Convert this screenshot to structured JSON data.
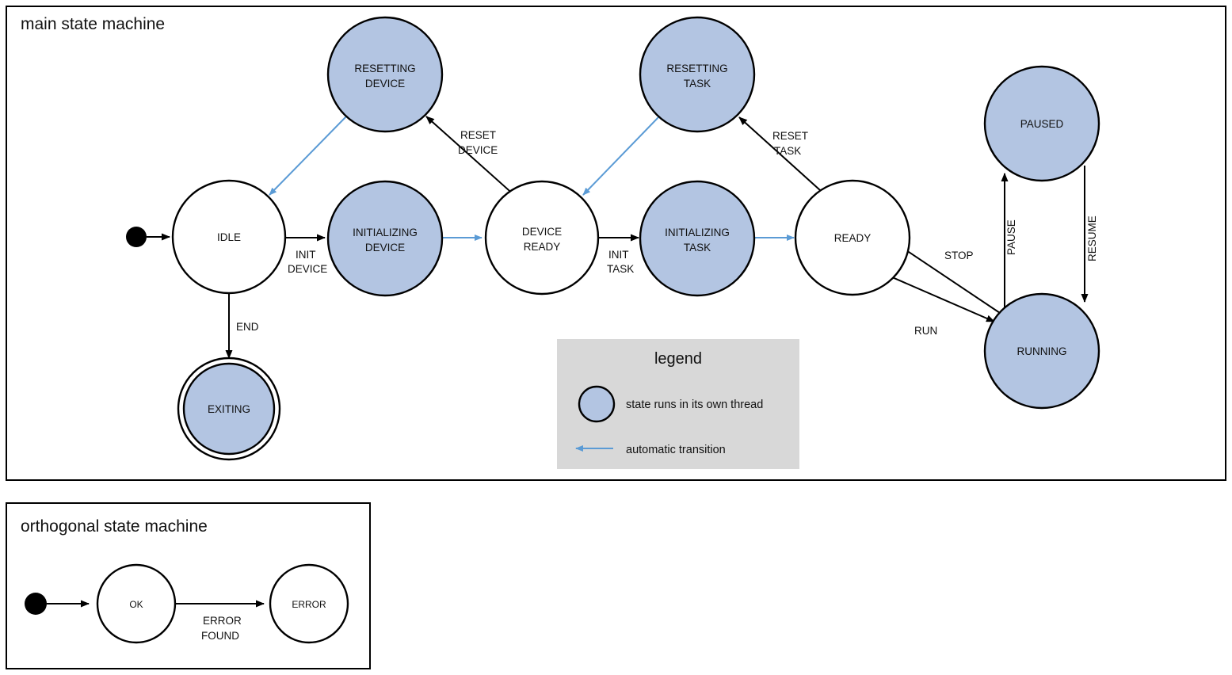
{
  "diagram": {
    "kind": "state-machine",
    "main_frame": {
      "title": "main state machine"
    },
    "orthogonal_frame": {
      "title": "orthogonal state machine"
    },
    "colors": {
      "thread_state_fill": "#b3c5e2",
      "state_stroke": "#000000",
      "auto_transition": "#5b9bd5",
      "legend_background": "#d8d8d8",
      "page_background": "#ffffff"
    },
    "main_states": [
      {
        "id": "idle",
        "label_line1": "IDLE",
        "label_line2": "",
        "thread": false,
        "final": false
      },
      {
        "id": "resetting-device",
        "label_line1": "RESETTING",
        "label_line2": "DEVICE",
        "thread": true,
        "final": false
      },
      {
        "id": "initializing-device",
        "label_line1": "INITIALIZING",
        "label_line2": "DEVICE",
        "thread": true,
        "final": false
      },
      {
        "id": "device-ready",
        "label_line1": "DEVICE",
        "label_line2": "READY",
        "thread": false,
        "final": false
      },
      {
        "id": "resetting-task",
        "label_line1": "RESETTING",
        "label_line2": "TASK",
        "thread": true,
        "final": false
      },
      {
        "id": "initializing-task",
        "label_line1": "INITIALIZING",
        "label_line2": "TASK",
        "thread": true,
        "final": false
      },
      {
        "id": "ready",
        "label_line1": "READY",
        "label_line2": "",
        "thread": false,
        "final": false
      },
      {
        "id": "paused",
        "label_line1": "PAUSED",
        "label_line2": "",
        "thread": true,
        "final": false
      },
      {
        "id": "running",
        "label_line1": "RUNNING",
        "label_line2": "",
        "thread": true,
        "final": false
      },
      {
        "id": "exiting",
        "label_line1": "EXITING",
        "label_line2": "",
        "thread": true,
        "final": true
      }
    ],
    "main_transitions": [
      {
        "id": "start-idle",
        "from": "start",
        "to": "idle",
        "label_line1": "",
        "label_line2": "",
        "auto": false
      },
      {
        "id": "idle-initdevice",
        "from": "idle",
        "to": "initializing-device",
        "label_line1": "INIT",
        "label_line2": "DEVICE",
        "auto": false
      },
      {
        "id": "idle-exiting",
        "from": "idle",
        "to": "exiting",
        "label_line1": "END",
        "label_line2": "",
        "auto": false
      },
      {
        "id": "initdev-devready",
        "from": "initializing-device",
        "to": "device-ready",
        "label_line1": "",
        "label_line2": "",
        "auto": true
      },
      {
        "id": "devready-resetdev",
        "from": "device-ready",
        "to": "resetting-device",
        "label_line1": "RESET",
        "label_line2": "DEVICE",
        "auto": false
      },
      {
        "id": "resetdev-idle",
        "from": "resetting-device",
        "to": "idle",
        "label_line1": "",
        "label_line2": "",
        "auto": true
      },
      {
        "id": "devready-inittask",
        "from": "device-ready",
        "to": "initializing-task",
        "label_line1": "INIT",
        "label_line2": "TASK",
        "auto": false
      },
      {
        "id": "inittask-ready",
        "from": "initializing-task",
        "to": "ready",
        "label_line1": "",
        "label_line2": "",
        "auto": true
      },
      {
        "id": "ready-resettask",
        "from": "ready",
        "to": "resetting-task",
        "label_line1": "RESET",
        "label_line2": "TASK",
        "auto": false
      },
      {
        "id": "resettask-devready",
        "from": "resetting-task",
        "to": "device-ready",
        "label_line1": "",
        "label_line2": "",
        "auto": true
      },
      {
        "id": "ready-running",
        "from": "ready",
        "to": "running",
        "label_line1": "RUN",
        "label_line2": "",
        "auto": false
      },
      {
        "id": "running-ready",
        "from": "running",
        "to": "ready",
        "label_line1": "STOP",
        "label_line2": "",
        "auto": false
      },
      {
        "id": "running-paused",
        "from": "running",
        "to": "paused",
        "label_line1": "PAUSE",
        "label_line2": "",
        "auto": false
      },
      {
        "id": "paused-running",
        "from": "paused",
        "to": "running",
        "label_line1": "RESUME",
        "label_line2": "",
        "auto": false
      }
    ],
    "orthogonal_states": [
      {
        "id": "ok",
        "label_line1": "OK",
        "thread": false
      },
      {
        "id": "error",
        "label_line1": "ERROR",
        "thread": false
      }
    ],
    "orthogonal_transitions": [
      {
        "id": "start-ok",
        "from": "start",
        "to": "ok",
        "label_line1": "",
        "label_line2": ""
      },
      {
        "id": "ok-error",
        "from": "ok",
        "to": "error",
        "label_line1": "ERROR",
        "label_line2": "FOUND"
      }
    ],
    "legend": {
      "title": "legend",
      "items": [
        {
          "id": "thread-swatch",
          "shape": "circle",
          "text": "state runs in its own thread"
        },
        {
          "id": "auto-arrow",
          "shape": "arrow",
          "text": "automatic transition"
        }
      ]
    }
  }
}
